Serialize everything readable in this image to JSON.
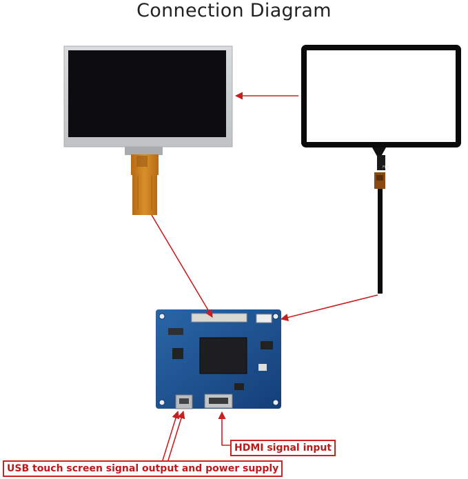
{
  "title": "Connection Diagram",
  "labels": {
    "hdmi": "HDMI signal input",
    "usb": "USB touch screen signal output and power supply"
  },
  "colors": {
    "arrow": "#c82020",
    "board": "#1b4f8f",
    "lcd_frame": "#cfd3d6",
    "lcd_screen": "#0d0d0f",
    "flex_cable": "#c57a1c",
    "touch_bezel": "#0a0a0a"
  },
  "icons": [
    "lcd-panel",
    "touch-panel",
    "controller-board",
    "hdmi-port",
    "usb-port"
  ]
}
